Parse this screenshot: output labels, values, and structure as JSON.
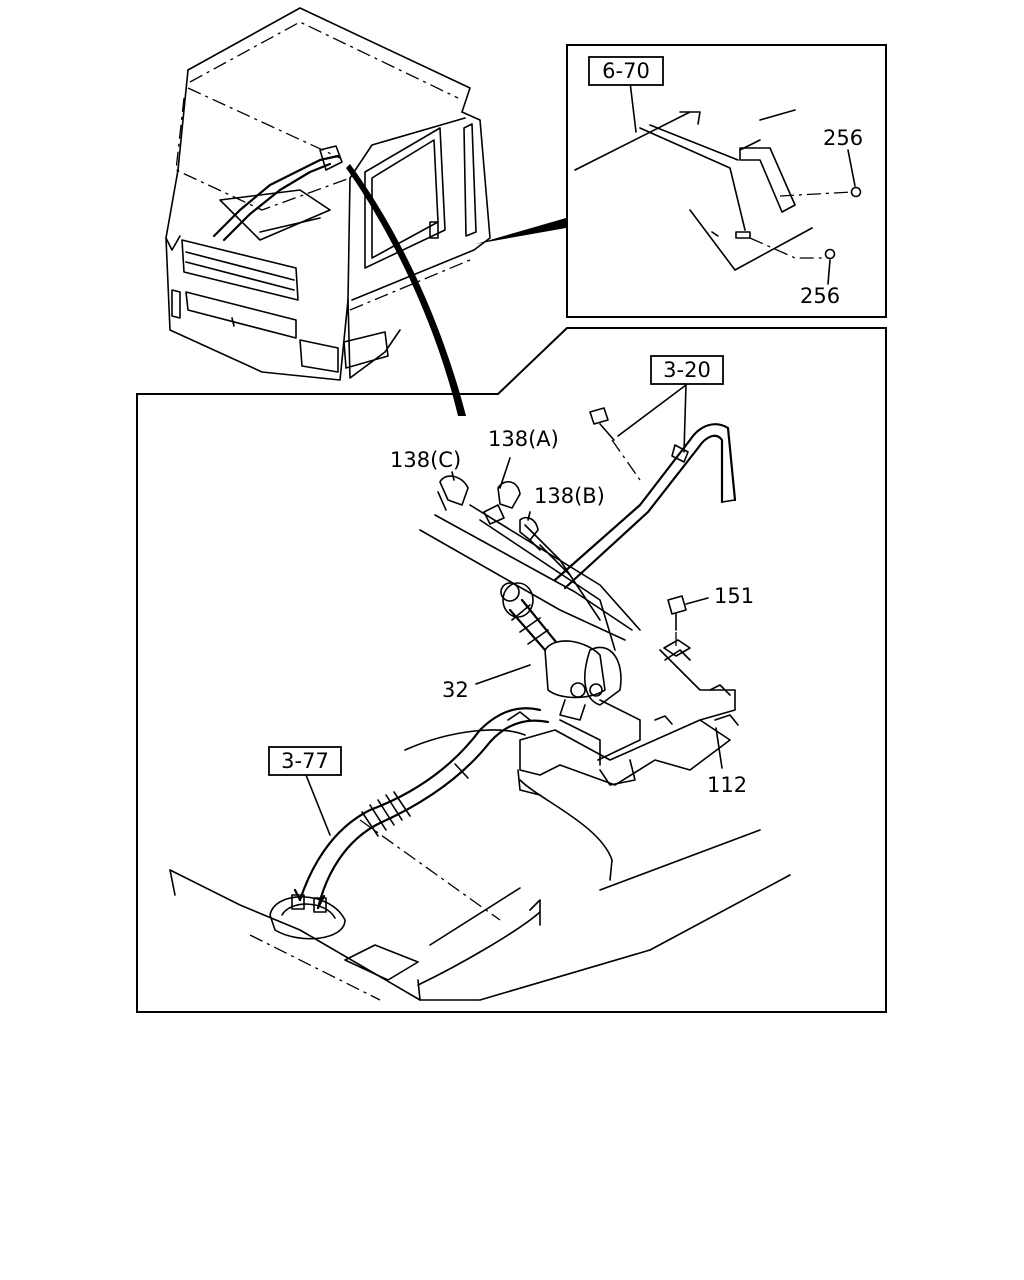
{
  "references": {
    "inset": "6-70",
    "cable": "3-20",
    "hose": "3-77"
  },
  "parts": {
    "washer_top": "256",
    "washer_bottom": "256",
    "connector_a": "138(A)",
    "connector_b": "138(B)",
    "connector_c": "138(C)",
    "bolt": "151",
    "valve": "32",
    "bracket": "112"
  }
}
